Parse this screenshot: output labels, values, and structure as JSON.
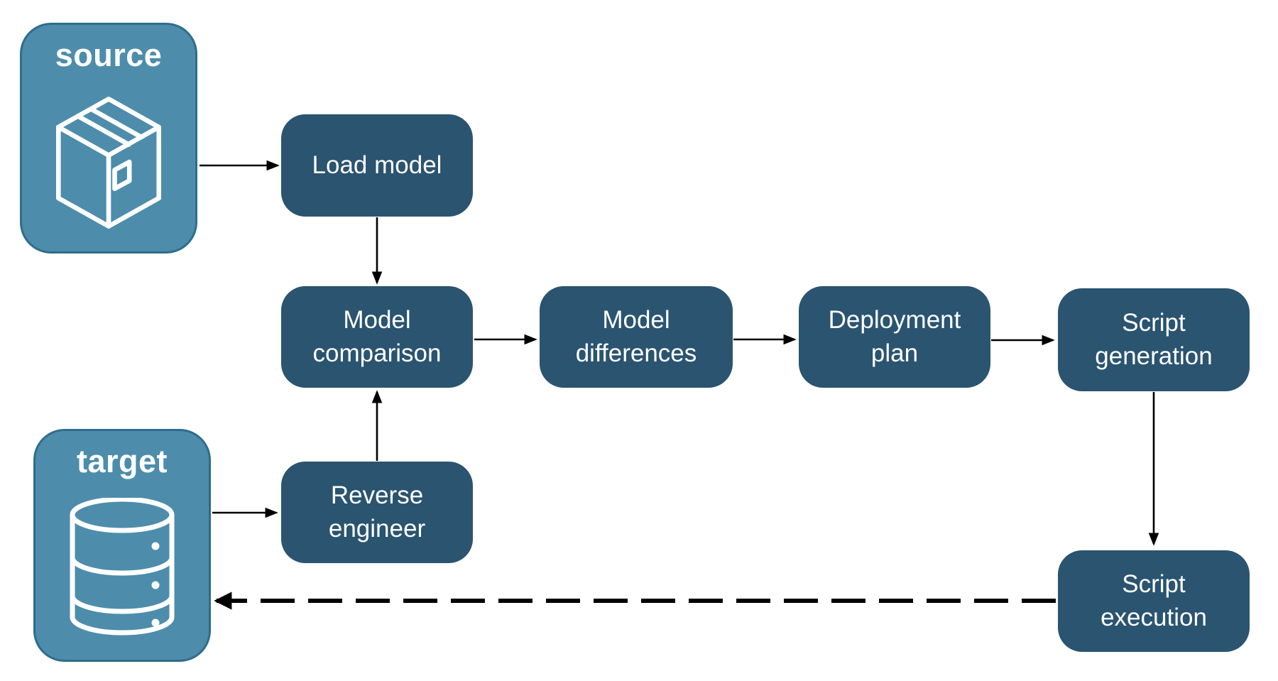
{
  "diagram": {
    "containers": {
      "source": {
        "label": "source",
        "icon": "package-icon"
      },
      "target": {
        "label": "target",
        "icon": "database-icon"
      }
    },
    "nodes": {
      "load_model": {
        "label": "Load model"
      },
      "model_comparison": {
        "label": "Model comparison"
      },
      "model_differences": {
        "label": "Model differences"
      },
      "deployment_plan": {
        "label": "Deployment plan"
      },
      "script_generation": {
        "label": "Script generation"
      },
      "reverse_engineer": {
        "label": "Reverse engineer"
      },
      "script_execution": {
        "label": "Script execution"
      }
    },
    "edges": [
      {
        "from": "source",
        "to": "load_model",
        "style": "solid"
      },
      {
        "from": "load_model",
        "to": "model_comparison",
        "style": "solid"
      },
      {
        "from": "model_comparison",
        "to": "model_differences",
        "style": "solid"
      },
      {
        "from": "model_differences",
        "to": "deployment_plan",
        "style": "solid"
      },
      {
        "from": "deployment_plan",
        "to": "script_generation",
        "style": "solid"
      },
      {
        "from": "script_generation",
        "to": "script_execution",
        "style": "solid"
      },
      {
        "from": "target",
        "to": "reverse_engineer",
        "style": "solid"
      },
      {
        "from": "reverse_engineer",
        "to": "model_comparison",
        "style": "solid"
      },
      {
        "from": "script_execution",
        "to": "target",
        "style": "dashed"
      }
    ],
    "colors": {
      "background": "#ffffff",
      "container_fill": "#4d8dab",
      "container_border": "#2e6d8c",
      "node_fill": "#2a5470",
      "text": "#ffffff",
      "arrow": "#000000"
    }
  }
}
